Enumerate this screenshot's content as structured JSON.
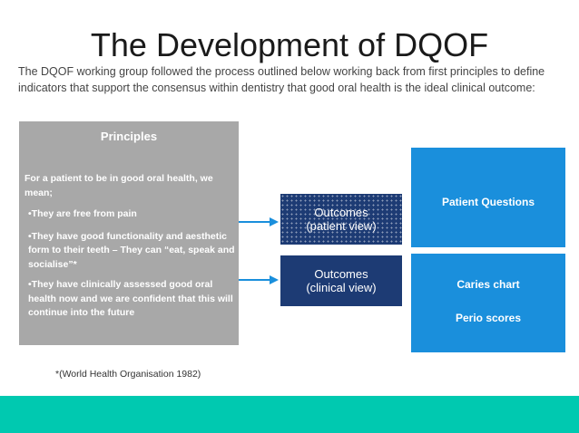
{
  "title": "The Development of DQOF",
  "intro": "The DQOF working group followed the process outlined below working back from first principles to define indicators that support the consensus within dentistry that good oral health is the ideal clinical outcome:",
  "principles": {
    "title": "Principles",
    "lead": "For a patient to be in good oral health, we mean;",
    "bullets": [
      "•They are free from pain",
      "•They have good functionality and aesthetic form to their teeth – They can “eat, speak and socialise”*",
      "•They have clinically assessed good oral health now and we are confident that this will continue into the future"
    ]
  },
  "outcomes": {
    "patient": "Outcomes\n(patient view)",
    "clinical": "Outcomes\n(clinical view)"
  },
  "indicators": {
    "patient_questions": "Patient Questions",
    "caries_chart": "Caries chart",
    "perio_scores": "Perio scores"
  },
  "footnote": "*(World Health Organisation 1982)",
  "colors": {
    "principles_box": "#a8a8a8",
    "outcomes_box": "#1d3b74",
    "indicator_box": "#1a8fdc",
    "bottom_band": "#00c9b0"
  }
}
